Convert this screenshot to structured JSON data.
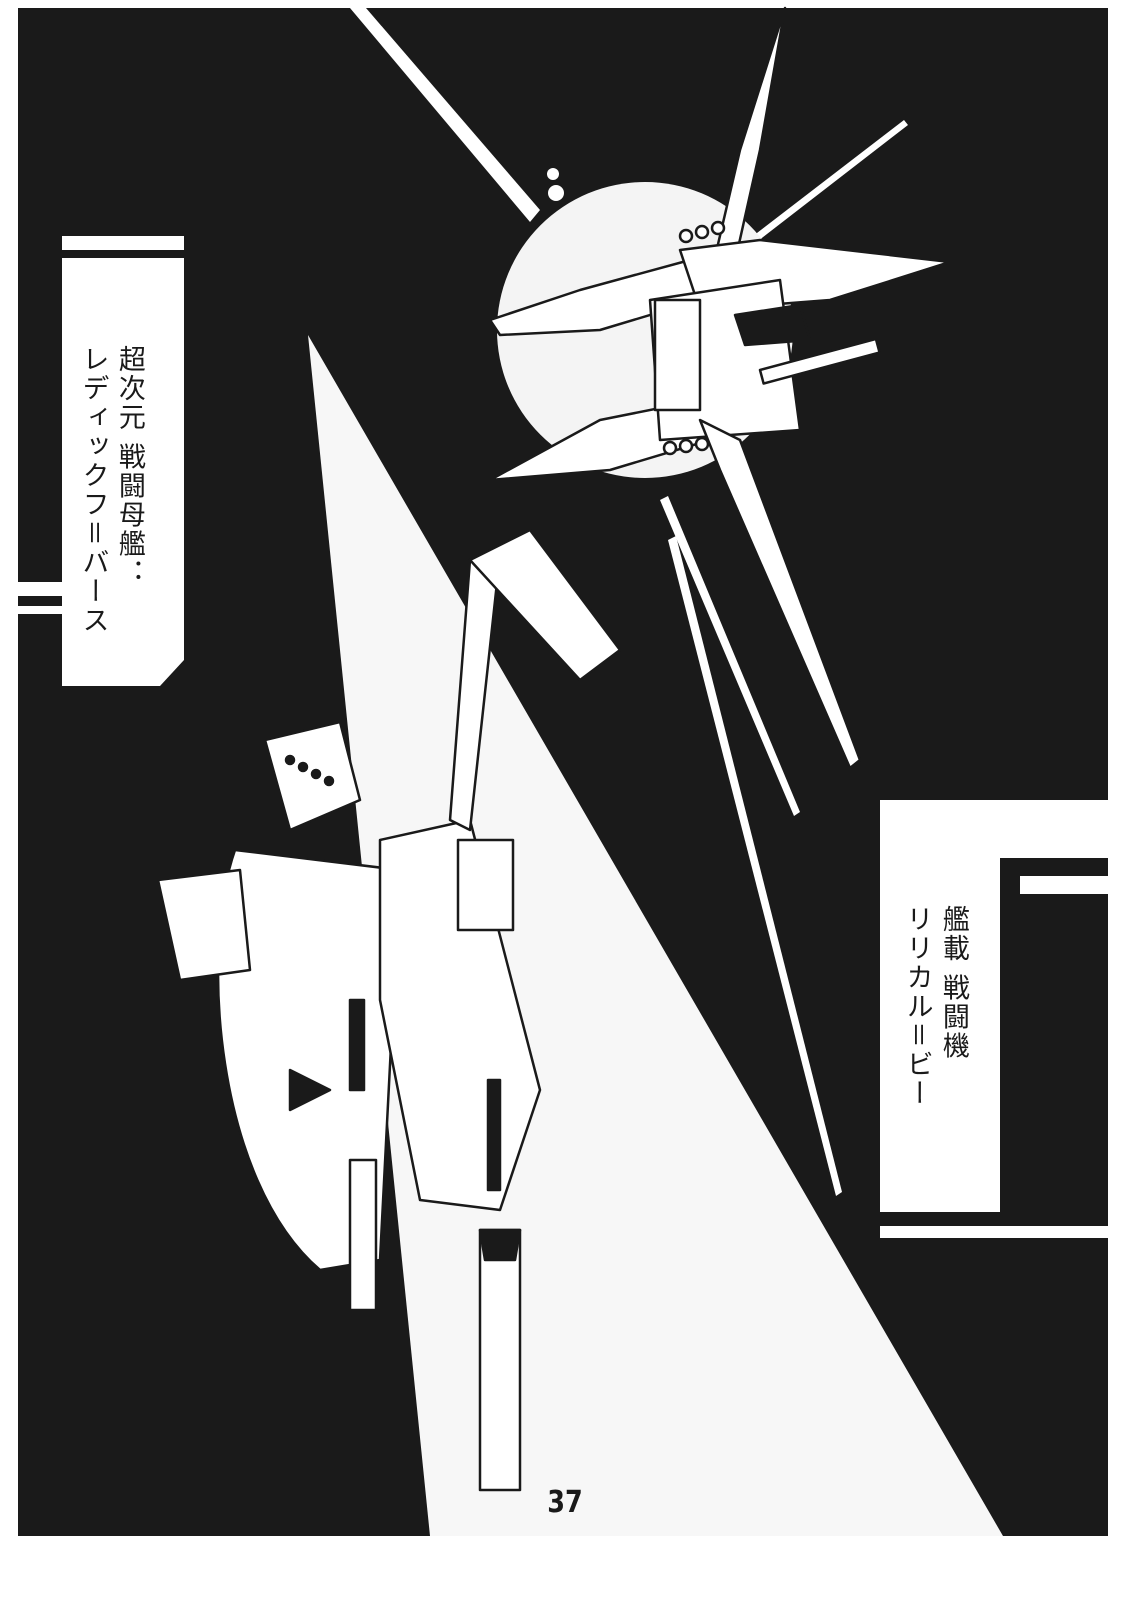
{
  "captions": {
    "left": {
      "line1": "超次元 戦闘母艦：",
      "line2": "レディックフ＝バース"
    },
    "right": {
      "line1": "艦載 戦闘機",
      "line2": "リリカル＝ビー"
    }
  },
  "page_number": "37",
  "colors": {
    "background": "#1a1a1a",
    "paper": "#ffffff",
    "ink": "#1a1a1a"
  }
}
